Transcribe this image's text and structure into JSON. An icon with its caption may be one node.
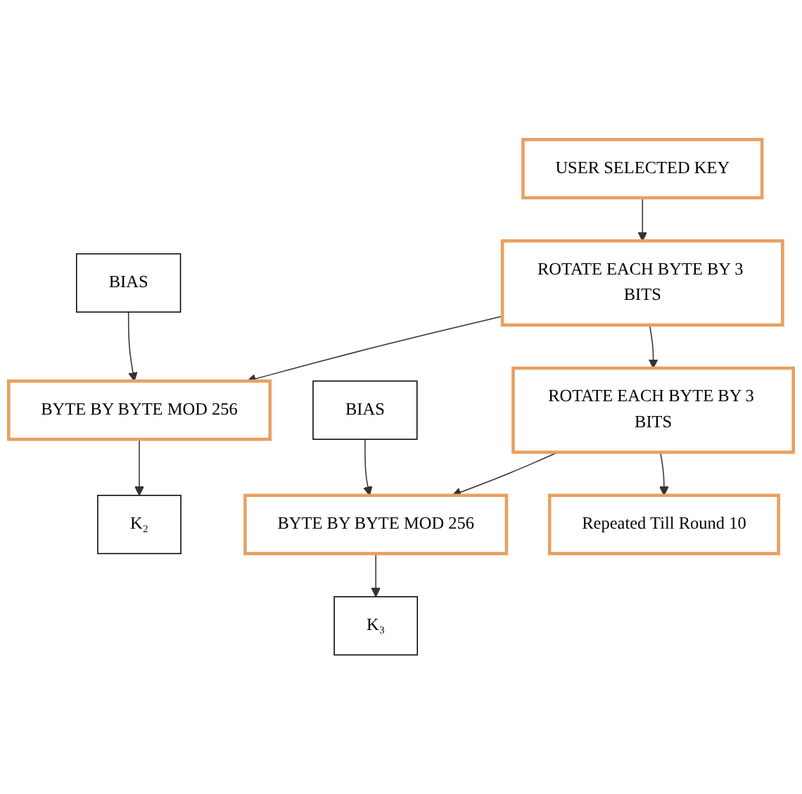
{
  "diagram": {
    "nodes": [
      {
        "text": [
          "USER SELECTED KEY"
        ]
      },
      {
        "text": [
          "ROTATE EACH BYTE BY 3 BITS"
        ]
      },
      {
        "text": [
          "BIAS"
        ]
      },
      {
        "text": [
          "BYTE BY BYTE MOD 256"
        ]
      },
      {
        "text": [
          "K₂"
        ]
      },
      {
        "text": [
          "ROTATE EACH BYTE BY 3 BITS"
        ]
      },
      {
        "text": [
          "BIAS"
        ]
      },
      {
        "text": [
          "BYTE BY BYTE MOD 256"
        ]
      },
      {
        "text": [
          "K₃"
        ]
      },
      {
        "text": [
          "Repeated Till Round 10"
        ]
      }
    ],
    "edges": [
      {
        "from": 0,
        "to": 1,
        "arrow": "to"
      },
      {
        "from": 2,
        "to": 3,
        "arrow": "to"
      },
      {
        "from": 1,
        "to": 3,
        "arrow": "to"
      },
      {
        "from": 3,
        "to": 4,
        "arrow": "to"
      },
      {
        "from": 1,
        "to": 5,
        "arrow": "to"
      },
      {
        "from": 6,
        "to": 7,
        "arrow": "to"
      },
      {
        "from": 5,
        "to": 7,
        "arrow": "to"
      },
      {
        "from": 7,
        "to": 8,
        "arrow": "to"
      },
      {
        "from": 5,
        "to": 9,
        "arrow": "to"
      }
    ]
  }
}
